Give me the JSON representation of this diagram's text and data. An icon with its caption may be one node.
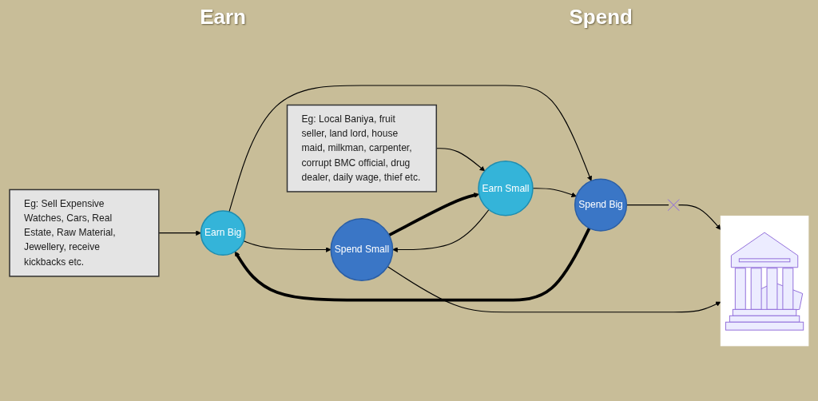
{
  "diagram": {
    "nodes": [
      {
        "text": [
          "Eg: Sell Expensive Watches, Cars, Real Estate, Raw Material, Jewellery, receive kickbacks etc."
        ]
      },
      {
        "text": [
          "Earn Big"
        ]
      },
      {
        "text": [
          "Spend Big"
        ]
      },
      {
        "text": [],
        "shape": "cross"
      },
      {
        "text": [],
        "shape": "picture"
      },
      {
        "text": [
          "Eg: Local Baniya, fruit seller, land lord, house maid, milkman, carpenter, corrupt BMC official, drug dealer, daily wage, thief etc."
        ]
      },
      {
        "text": [
          "Earn Small"
        ]
      },
      {
        "text": [
          "Spend Small"
        ]
      }
    ],
    "edges": [
      {
        "from": 0,
        "to": 1,
        "arrow": "to"
      },
      {
        "from": 1,
        "to": 2,
        "arrow": "to"
      },
      {
        "from": 2,
        "to": 1,
        "arrow": "to",
        "style": "thick"
      },
      {
        "from": 2,
        "to": 3,
        "arrow": "none"
      },
      {
        "from": 3,
        "to": 4,
        "arrow": "to"
      },
      {
        "from": 1,
        "to": 7,
        "arrow": "to"
      },
      {
        "from": 6,
        "to": 2,
        "arrow": "to"
      },
      {
        "from": 5,
        "to": 6,
        "arrow": "to"
      },
      {
        "from": 6,
        "to": 7,
        "arrow": "to"
      },
      {
        "from": 7,
        "to": 6,
        "arrow": "to",
        "style": "thick"
      },
      {
        "from": 7,
        "to": 4,
        "arrow": "to"
      }
    ],
    "labels": [
      "Earn",
      "Spend"
    ]
  }
}
